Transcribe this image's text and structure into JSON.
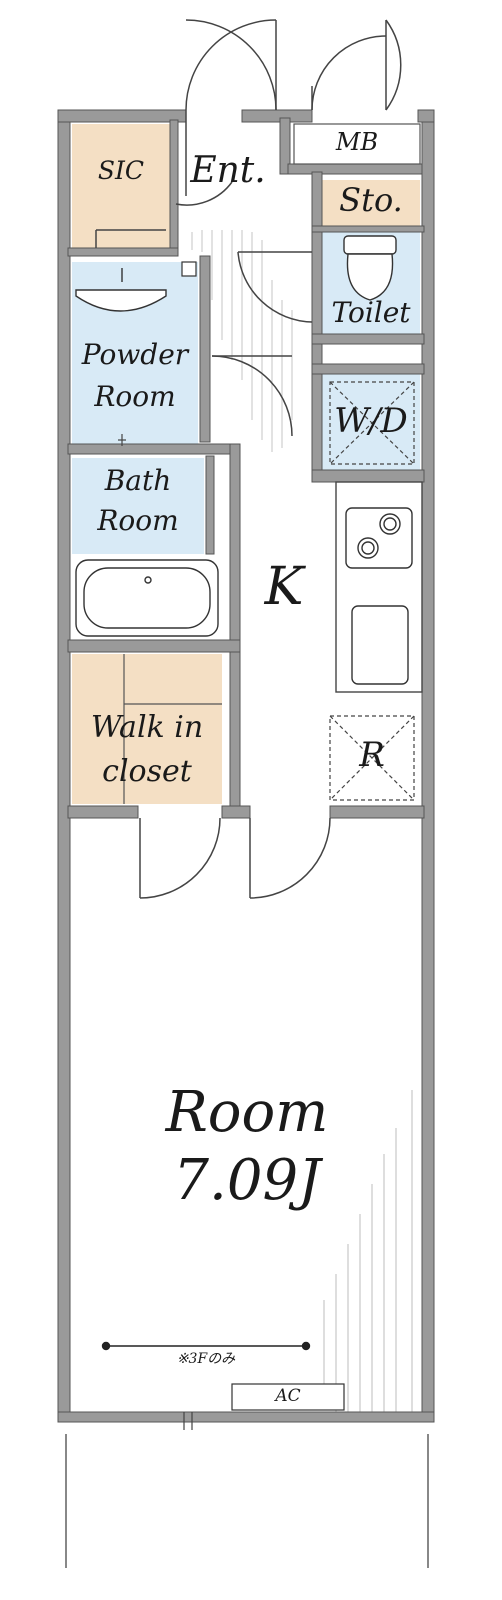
{
  "labels": {
    "sic": "SIC",
    "entrance": "Ent.",
    "mb": "MB",
    "storage": "Sto.",
    "toilet": "Toilet",
    "powder_room": [
      "Powder",
      "Room"
    ],
    "wd": "W/D",
    "bath_room": [
      "Bath",
      "Room"
    ],
    "kitchen": "K",
    "walk_in_closet": [
      "Walk in",
      "closet"
    ],
    "refrigerator": "R",
    "room": [
      "Room",
      "7.09J"
    ],
    "note": "※3Fのみ",
    "ac": "AC"
  },
  "colors": {
    "wall": "#9a9a9a",
    "wall_outline": "#555555",
    "wood": "#f4dfc4",
    "tile": "#d8eaf6",
    "line": "#444444"
  }
}
